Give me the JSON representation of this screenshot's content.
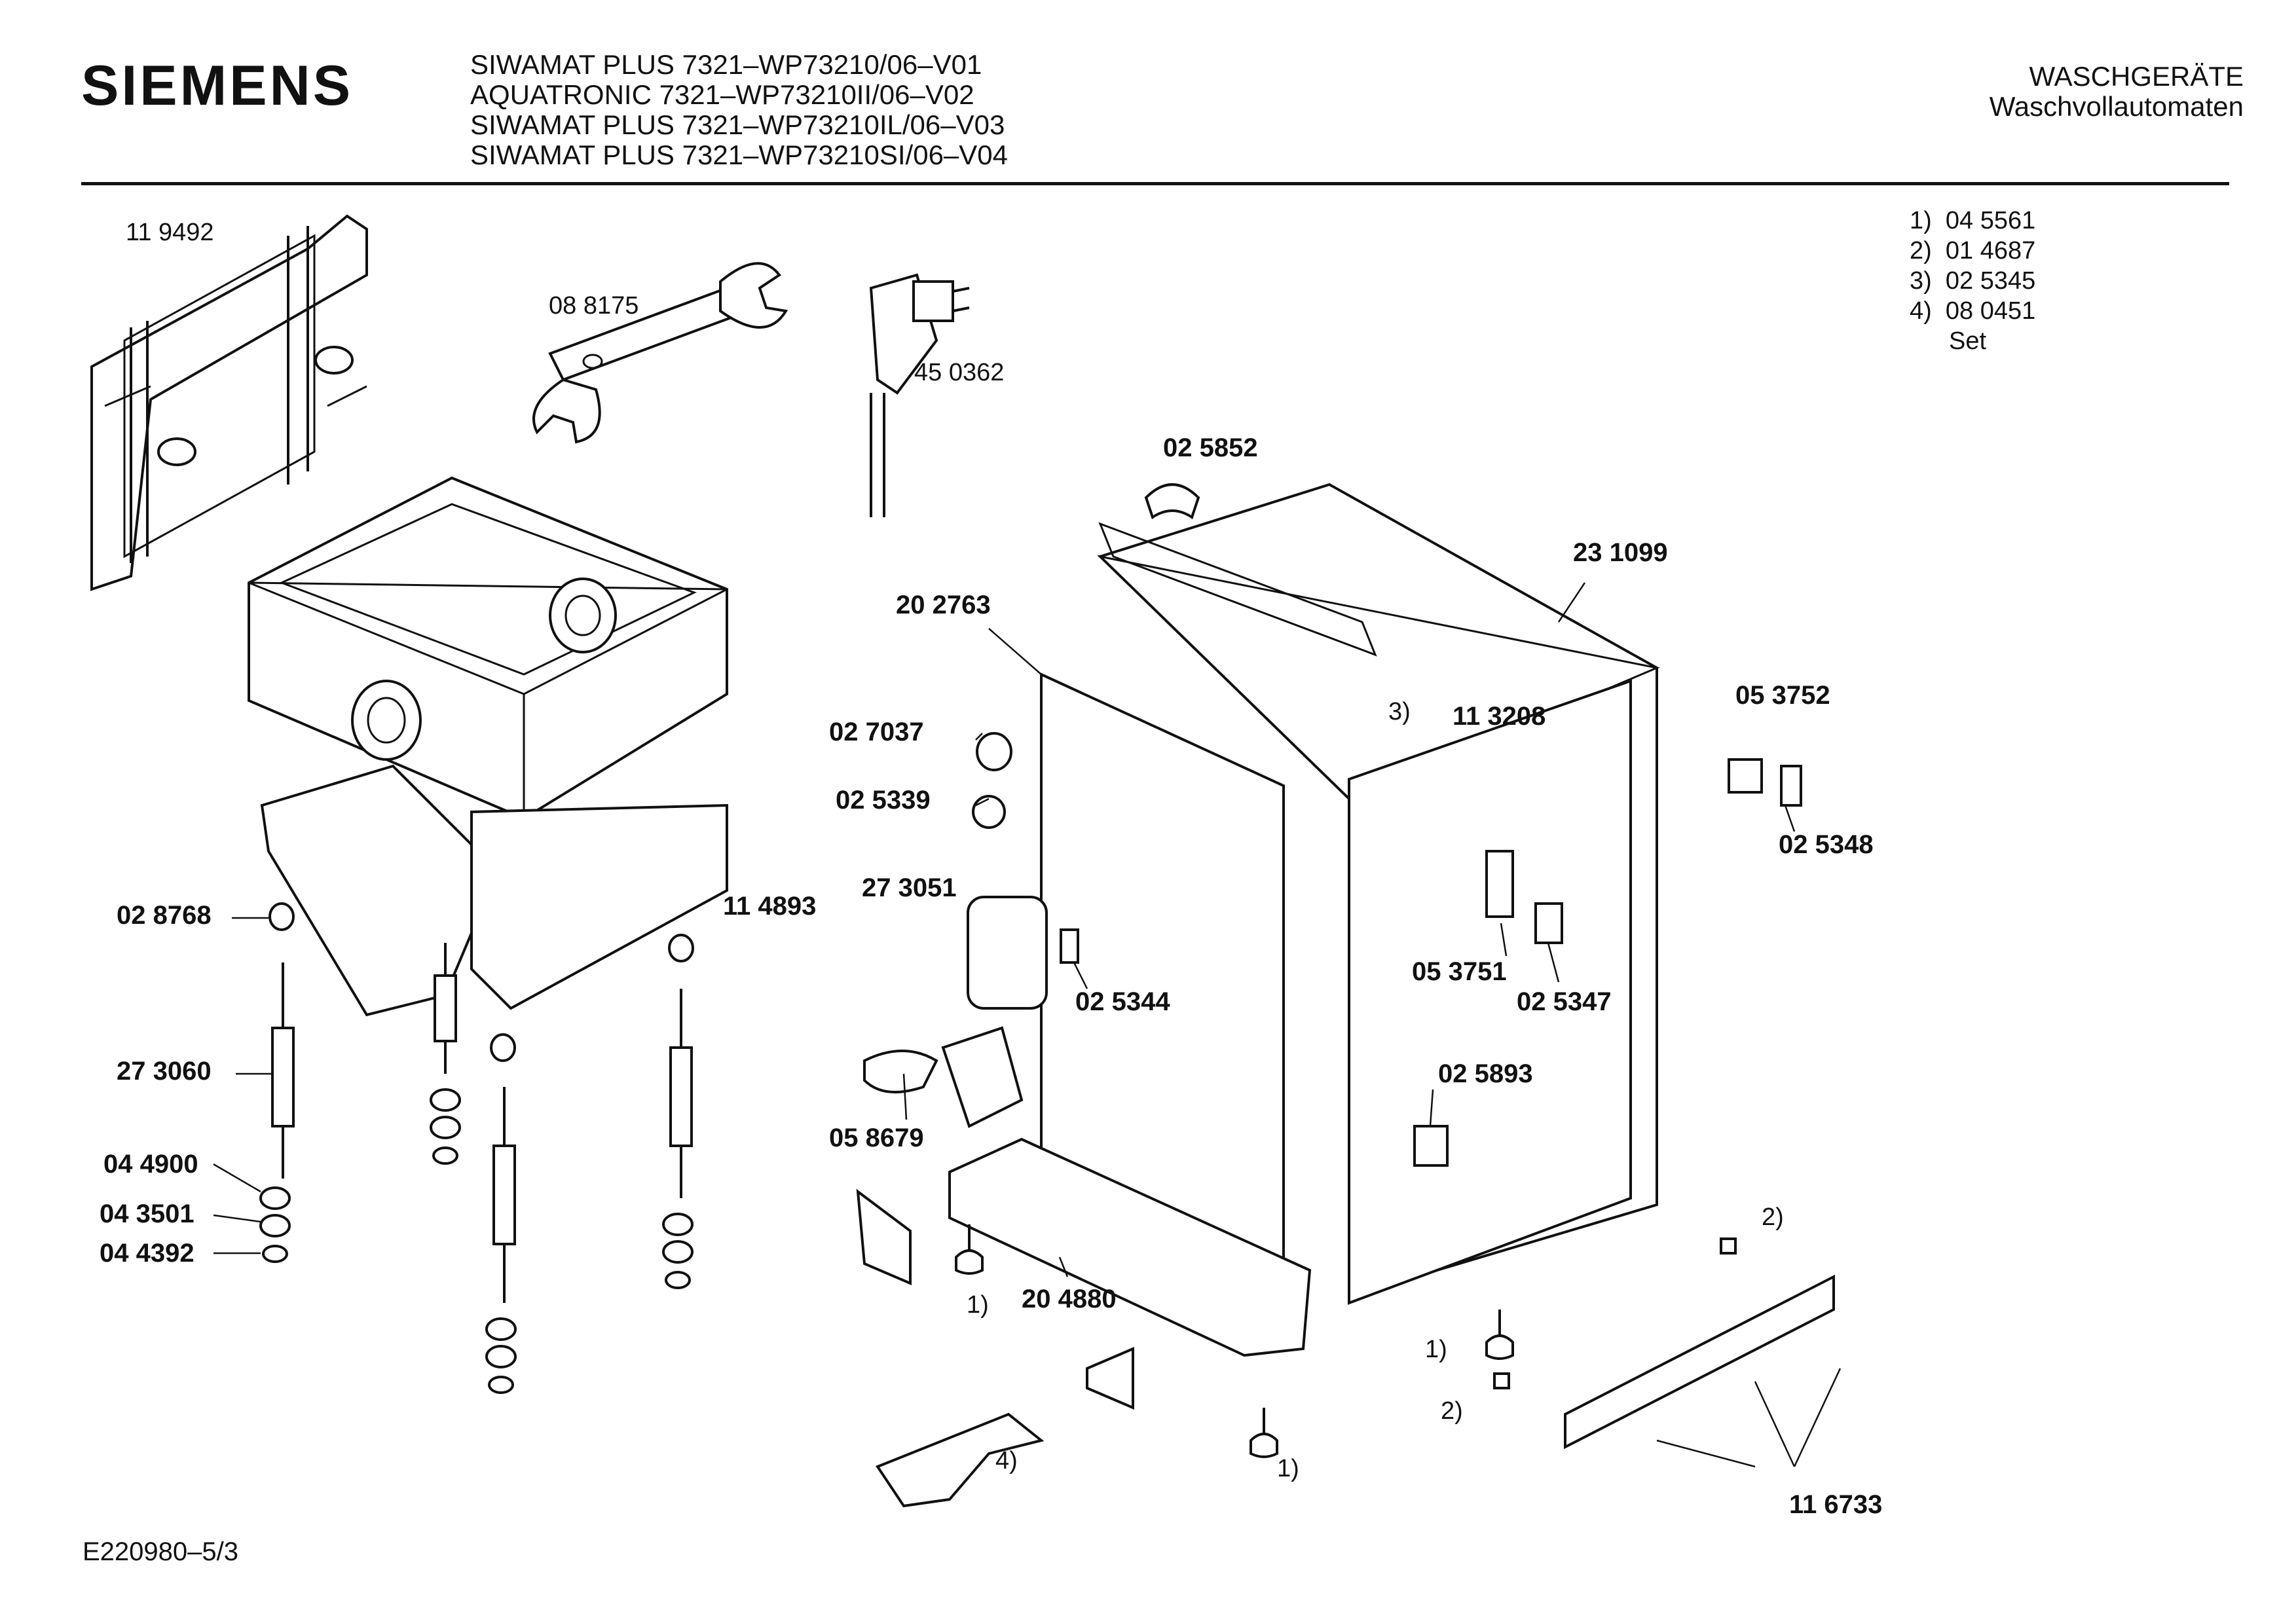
{
  "header": {
    "brand": "SIEMENS",
    "models": [
      "SIWAMAT PLUS 7321–WP73210/06–V01",
      "AQUATRONIC 7321–WP73210II/06–V02",
      "SIWAMAT PLUS 7321–WP73210IL/06–V03",
      "SIWAMAT PLUS 7321–WP73210SI/06–V04"
    ],
    "category": "WASCHGERÄTE",
    "subcategory": "Waschvollautomaten"
  },
  "legend": [
    {
      "key": "1)",
      "part": "04 5561"
    },
    {
      "key": "2)",
      "part": "01 4687"
    },
    {
      "key": "3)",
      "part": "02 5345"
    },
    {
      "key": "4)",
      "part": "08 0451"
    },
    {
      "key": "",
      "part": "Set"
    }
  ],
  "parts": {
    "p119492": "11 9492",
    "p088175": "08 8175",
    "p450362": "45 0362",
    "p025852": "02 5852",
    "p231099": "23 1099",
    "p202763": "20 2763",
    "p027037": "02 7037",
    "p025339": "02 5339",
    "p113208": "11 3208",
    "p3ref": "3)",
    "p053752": "05 3752",
    "p025348": "02 5348",
    "p028768": "02 8768",
    "p114893": "11 4893",
    "p273051": "27 3051",
    "p025344": "02 5344",
    "p053751": "05 3751",
    "p025347": "02 5347",
    "p273060": "27 3060",
    "p025893": "02 5893",
    "p058679": "05 8679",
    "p044900": "04 4900",
    "p043501": "04 3501",
    "p044392": "04 4392",
    "p204880": "20 4880",
    "p116733": "11 6733",
    "r1a": "1)",
    "r1b": "1)",
    "r1c": "1)",
    "r2a": "2)",
    "r2b": "2)",
    "r4": "4)"
  },
  "footer": {
    "doc_id": "E220980–5/3"
  }
}
